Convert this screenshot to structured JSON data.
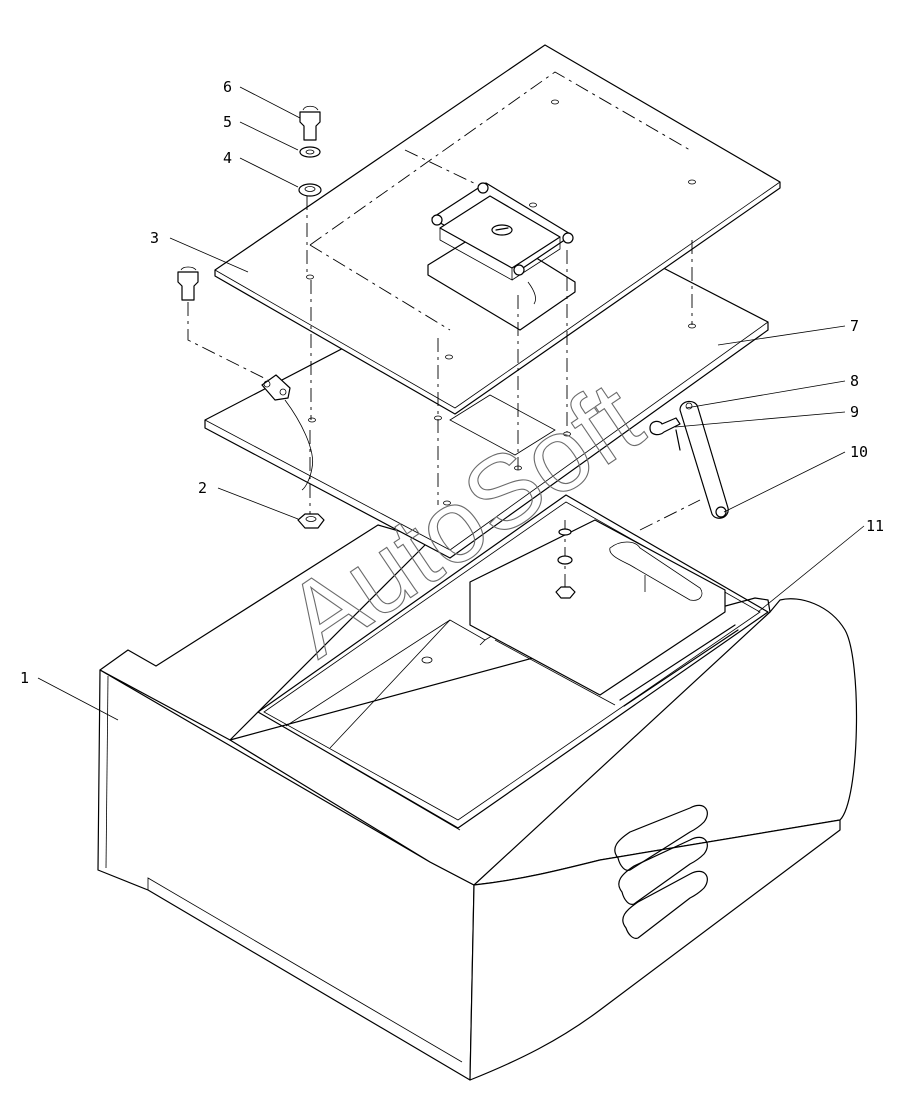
{
  "diagram": {
    "callouts": [
      {
        "number": "1"
      },
      {
        "number": "2"
      },
      {
        "number": "3"
      },
      {
        "number": "4"
      },
      {
        "number": "5"
      },
      {
        "number": "6"
      },
      {
        "number": "7"
      },
      {
        "number": "8"
      },
      {
        "number": "9"
      },
      {
        "number": "10"
      },
      {
        "number": "11"
      }
    ],
    "watermark": "AutoSoft"
  }
}
